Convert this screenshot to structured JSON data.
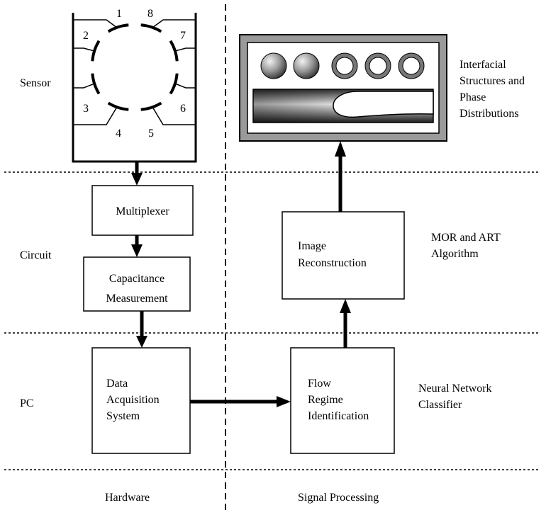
{
  "sections": {
    "sensor": "Sensor",
    "circuit": "Circuit",
    "pc": "PC"
  },
  "columns": {
    "hardware": "Hardware",
    "signal_processing": "Signal Processing"
  },
  "electrodes": [
    "1",
    "2",
    "3",
    "4",
    "5",
    "6",
    "7",
    "8"
  ],
  "hardware_blocks": {
    "multiplexer": [
      "Multiplexer"
    ],
    "capacitance_measurement": [
      "Capacitance",
      "Measurement"
    ],
    "data_acquisition": [
      "Data",
      "Acquisition",
      "System"
    ]
  },
  "processing_blocks": {
    "flow_regime": [
      "Flow",
      "Regime",
      "Identification"
    ],
    "image_reconstruction": [
      "Image",
      "Reconstruction"
    ]
  },
  "annotations": {
    "output": [
      "Interfacial",
      "Structures and",
      "Phase",
      "Distributions"
    ],
    "mor_art": [
      "MOR and ART",
      "Algorithm"
    ],
    "neural_network": [
      "Neural Network",
      "Classifier"
    ]
  }
}
